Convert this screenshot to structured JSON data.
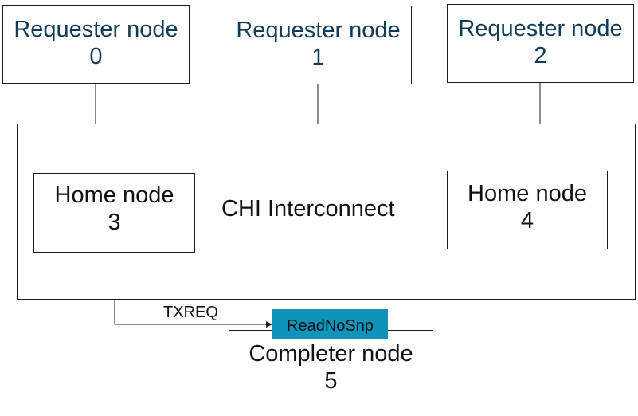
{
  "requesters": [
    {
      "name": "Requester node",
      "id": "0"
    },
    {
      "name": "Requester node",
      "id": "1"
    },
    {
      "name": "Requester node",
      "id": "2"
    }
  ],
  "interconnect": {
    "label": "CHI Interconnect"
  },
  "home_nodes": [
    {
      "name": "Home node",
      "id": "3"
    },
    {
      "name": "Home node",
      "id": "4"
    }
  ],
  "completer": {
    "name": "Completer node",
    "id": "5"
  },
  "channel": {
    "label": "TXREQ"
  },
  "message": {
    "label": "ReadNoSnp",
    "color": "#0e93ba"
  }
}
